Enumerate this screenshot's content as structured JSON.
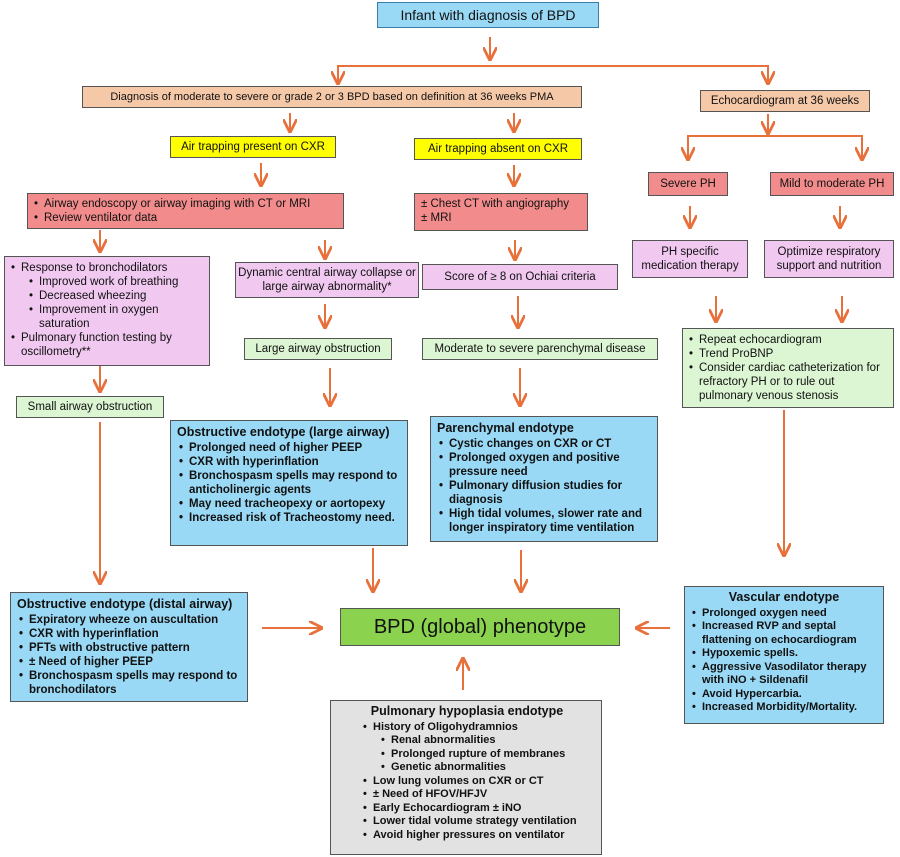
{
  "root": "Infant with diagnosis of BPD",
  "diagnosis": "Diagnosis of moderate to severe or grade 2 or 3 BPD based on definition at 36 weeks PMA",
  "echo": "Echocardiogram at 36 weeks",
  "air_present": "Air trapping present on CXR",
  "air_absent": "Air trapping absent on CXR",
  "severe_ph": "Severe PH",
  "mild_ph": "Mild to moderate PH",
  "endoscopy": [
    "Airway endoscopy or airway imaging with CT or MRI",
    "Review ventilator data"
  ],
  "chest_ct": [
    "± Chest CT with angiography",
    "± MRI"
  ],
  "ph_med": "PH specific medication therapy",
  "optimize": "Optimize respiratory support and nutrition",
  "response": {
    "title": "Response to bronchodilators",
    "subs": [
      "Improved work of breathing",
      "Decreased wheezing",
      "Improvement in oxygen saturation"
    ],
    "pft": "Pulmonary function testing by oscillometry**"
  },
  "dynamic": "Dynamic central airway collapse or large airway abnormality*",
  "ochiai": "Score of ≥ 8 on Ochiai criteria",
  "repeat_echo": [
    "Repeat echocardiogram",
    "Trend ProBNP",
    "Consider cardiac catheterization for refractory PH or to rule out pulmonary venous stenosis"
  ],
  "large_obs": "Large airway obstruction",
  "mod_paren": "Moderate to severe parenchymal disease",
  "small_obs": "Small airway obstruction",
  "obstructive_large": {
    "title": "Obstructive endotype (large airway)",
    "items": [
      "Prolonged need of higher PEEP",
      "CXR with hyperinflation",
      "Bronchospasm spells may respond to anticholinergic agents",
      "May need tracheopexy or aortopexy",
      "Increased risk of Tracheostomy need."
    ]
  },
  "parenchymal": {
    "title": "Parenchymal endotype",
    "items": [
      "Cystic changes on CXR or CT",
      "Prolonged oxygen and positive pressure need",
      "Pulmonary diffusion studies for diagnosis",
      "High tidal volumes, slower rate and longer inspiratory time ventilation"
    ]
  },
  "obstructive_distal": {
    "title": "Obstructive endotype (distal airway)",
    "items": [
      "Expiratory wheeze on auscultation",
      "CXR with hyperinflation",
      "PFTs with obstructive pattern",
      "± Need of higher PEEP",
      "Bronchospasm spells may respond to bronchodilators"
    ]
  },
  "global": "BPD (global) phenotype",
  "vascular": {
    "title": "Vascular endotype",
    "items": [
      "Prolonged oxygen need",
      "Increased RVP and septal flattening on echocardiogram",
      "Hypoxemic spells.",
      "Aggressive Vasodilator therapy with iNO + Sildenafil",
      "Avoid Hypercarbia.",
      "Increased Morbidity/Mortality."
    ]
  },
  "hypoplasia": {
    "title": "Pulmonary hypoplasia endotype",
    "item1": "History of Oligohydramnios",
    "subs": [
      "Renal abnormalities",
      "Prolonged rupture of membranes",
      "Genetic abnormalities"
    ],
    "items": [
      "Low lung volumes on CXR or CT",
      "± Need of HFOV/HFJV",
      "Early Echocardiogram ± iNO",
      "Lower tidal volume strategy ventilation",
      "Avoid higher pressures on ventilator"
    ]
  },
  "colors": {
    "arrow": "#e8703a",
    "blue": "#9ad9f5",
    "green": "#8bd24f",
    "gray": "#e2e2e2"
  }
}
